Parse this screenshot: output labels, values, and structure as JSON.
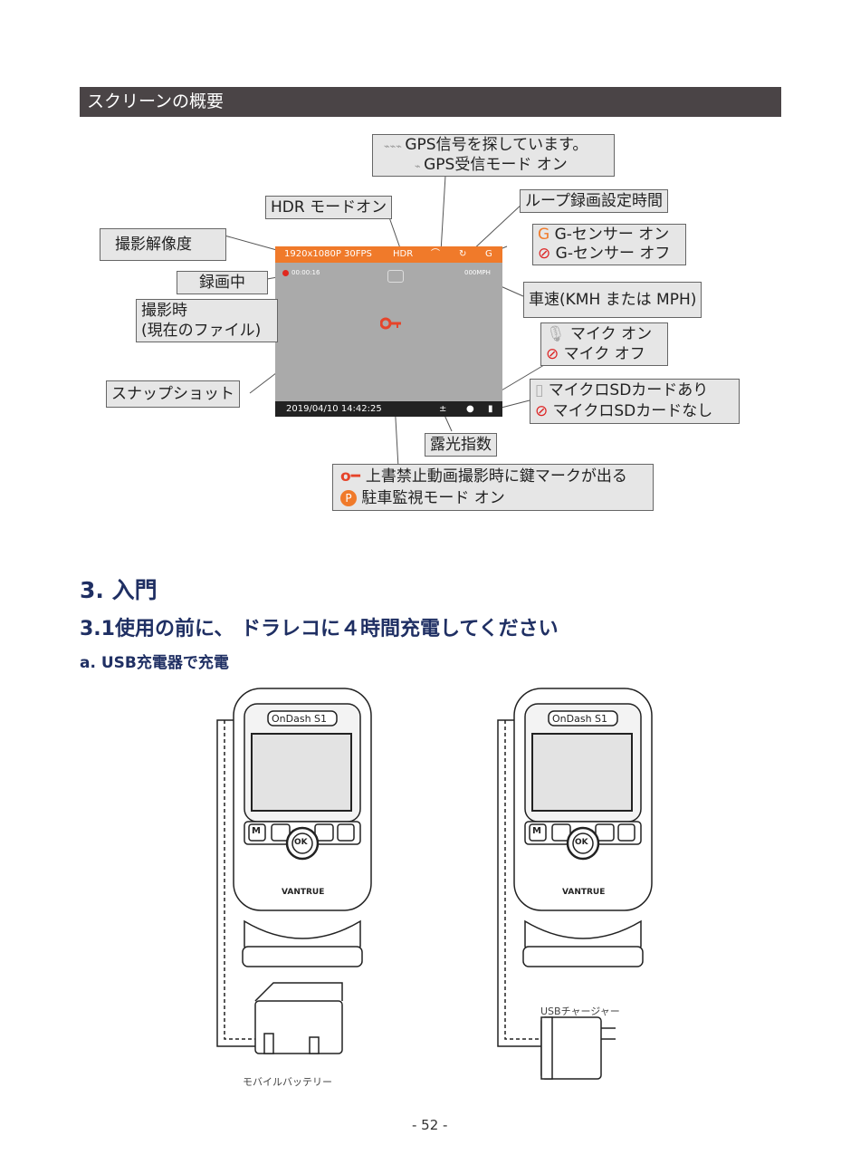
{
  "section_bar": "スクリーンの概要",
  "screen": {
    "resolution": "1920x1080P 30FPS",
    "hdr": "HDR",
    "rec_time": "00:00:16",
    "speed": "000MPH",
    "datetime": "2019/04/10  14:42:25"
  },
  "labels": {
    "gps_line1": "GPS信号を探しています。",
    "gps_line2": "GPS受信モード オン",
    "hdr_on": "HDR モードオン",
    "loop": "ループ録画設定時間",
    "resolution": "撮影解像度",
    "gsensor_on": "G-センサー オン",
    "gsensor_off": "G-センサー オフ",
    "recording": "録画中",
    "elapsed_line1": "撮影時",
    "elapsed_line2": "(現在のファイル)",
    "speed": "車速(KMH または MPH)",
    "mic_on": "マイク オン",
    "mic_off": "マイク オフ",
    "snapshot": "スナップショット",
    "sd_on": "マイクロSDカードあり",
    "sd_off": "マイクロSDカードなし",
    "exposure": "露光指数",
    "lock_line": "上書禁止動画撮影時に鍵マークが出る",
    "parking_line": "駐車監視モード オン"
  },
  "heading1": "3. 入門",
  "heading2": "3.1使用の前に、 ドラレコに４時間充電してください",
  "heading3": "a. USB充電器で充電",
  "device": {
    "model_label": "OnDash S1",
    "brand": "VANTRUE",
    "btn_m": "M",
    "btn_ok": "OK"
  },
  "captions": {
    "battery": "モバイルバッテリー",
    "charger": "USBチャージャー"
  },
  "page_number": "- 52 -",
  "colors": {
    "orange": "#f07a2a",
    "bar": "#4a4446",
    "heading": "#1f2f63",
    "key": "#e6442a"
  }
}
